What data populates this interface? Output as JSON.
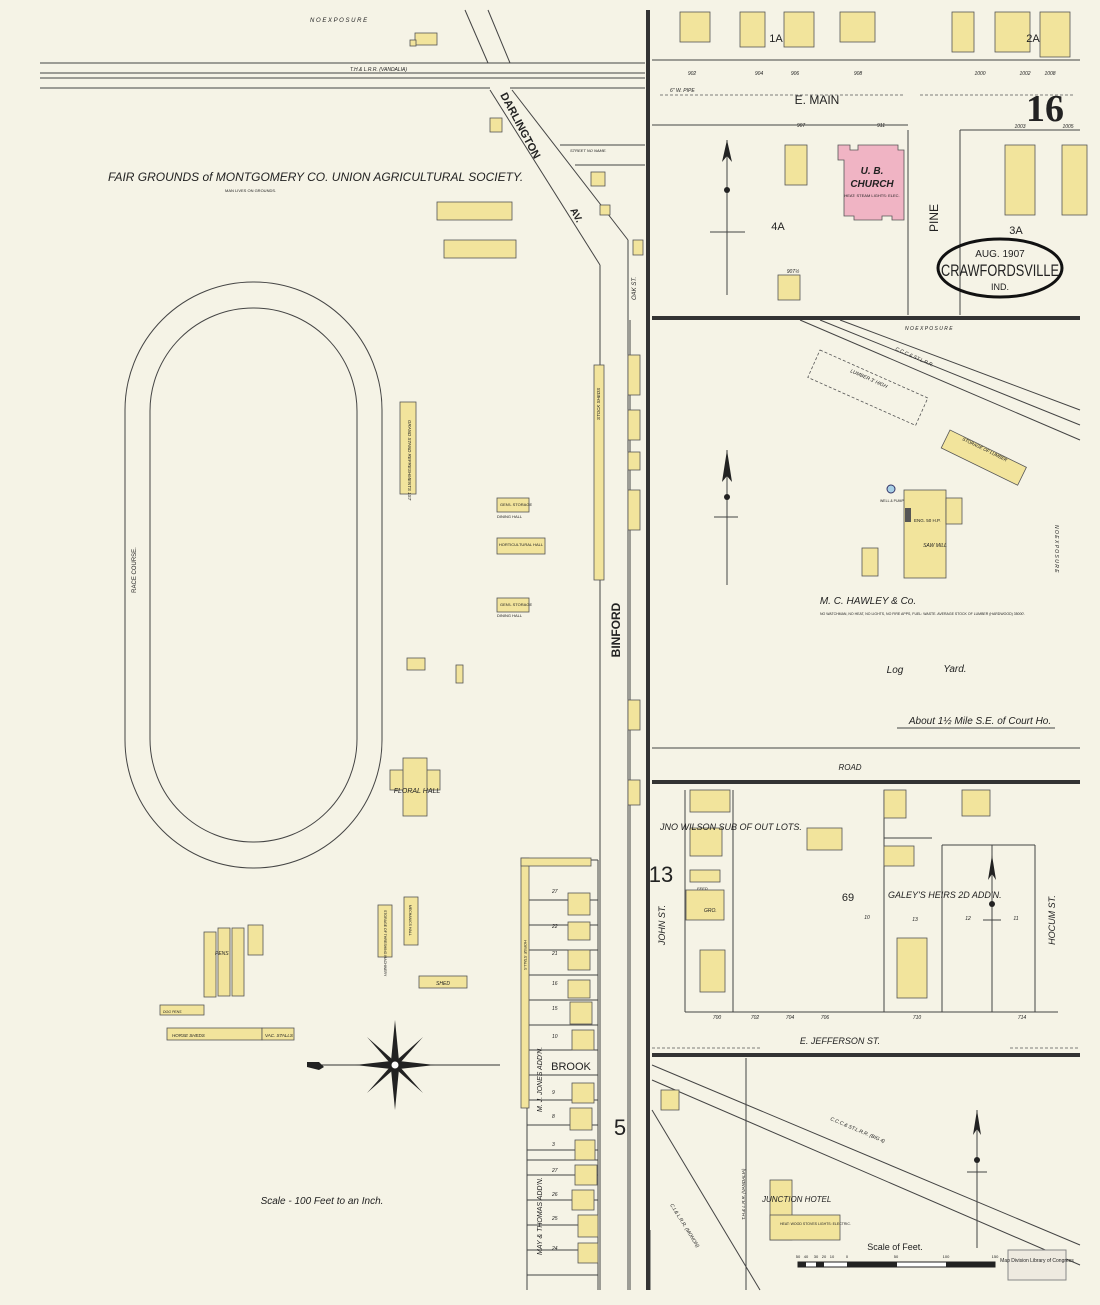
{
  "sheet": {
    "number": "16",
    "city": "CRAWFORDSVILLE",
    "state": "IND.",
    "date": "AUG. 1907"
  },
  "colors": {
    "paper": "#f5f3e6",
    "frame_dwelling": "#f2e49c",
    "brick": "#f0b4c4",
    "ink": "#222222"
  },
  "left_panel": {
    "no_exposure_top": "N O     E X P O S U R E",
    "railroad": "T.H.& L.R.R. (VANDALIA)",
    "title": "FAIR GROUNDS of MONTGOMERY CO. UNION AGRICULTURAL SOCIETY.",
    "subtitle": "MAN LIVES ON GROUNDS.",
    "race_course": "RACE   COURSE.",
    "streets": {
      "darlington": "DARLINGTON",
      "av": "AV.",
      "binford": "BINFORD",
      "brook": "BROOK",
      "oak": "OAK ST.",
      "street_no_name": "STREET NO NAME."
    },
    "buildings": {
      "grand_stand": "GRAND STAND REFRESHMENTS 1ST",
      "gen_storage_1": "GEN'L STORAGE",
      "dining_hall": "DINING HALL",
      "horticultural": "HORTICULTURAL HALL",
      "gen_storage_2": "GEN'L STORAGE",
      "dining_hall_2": "DINING HALL",
      "stock_sheds": "STOCK SHEDS",
      "floral_hall": "FLORAL HALL",
      "storage_machinery": "STORAGE OF THRESHING MACHINERY",
      "mechanics_hall": "MECHANICS HALL",
      "shed": "SHED",
      "horse_stalls": "HORSE STALLS",
      "pens": "PENS",
      "dog_pens": "DOG PENS",
      "horse_sheds": "HORSE SHEDS",
      "vac_stalls": "VAC. STALLS"
    },
    "additions": {
      "jones": "M. J. JONES ADD'N.",
      "thomas": "MAY & THOMAS ADD'N."
    },
    "lot_numbers": [
      "27",
      "22",
      "21",
      "16",
      "15",
      "10",
      "9",
      "8",
      "3",
      "27",
      "26",
      "25",
      "24"
    ],
    "block_number": "5",
    "scale": "Scale - 100 Feet to an Inch."
  },
  "top_right": {
    "street": "E. MAIN",
    "pine": "PINE",
    "water_pipe": "6\" W. PIPE",
    "block_1a": "1A",
    "block_2a": "2A",
    "block_3a": "3A",
    "block_4a": "4A",
    "house_numbers_north": [
      "902",
      "904",
      "906",
      "908",
      "1000",
      "1002",
      "1008"
    ],
    "house_numbers_south": [
      "907",
      "911",
      "1003",
      "1005",
      "907½"
    ],
    "church": {
      "name": "U. B.",
      "type": "CHURCH",
      "note": "HEAT: STEAM LIGHTS: ELEC."
    }
  },
  "mid_right": {
    "no_exposure": "N O   E X P O S U R E",
    "railroad": "C.C.C.& ST.L.R.R.",
    "lumber": "LUMBER 3' HIGH",
    "storage": "STORAGE OF LUMBER",
    "saw_mill": "SAW MILL",
    "engine": "ENG. 50 H.P.",
    "well": "WELL & PUMP",
    "company": "M. C. HAWLEY & Co.",
    "company_note": "NO WATCHMAN, NO HEAT, NO LIGHTS, NO FIRE APPS, FUEL: WASTE. AVERAGE STOCK OF LUMBER (HARDWOOD) 35000'.",
    "log": "Log",
    "yard": "Yard.",
    "location": "About 1½ Mile S.E. of Court Ho.",
    "road": "ROAD"
  },
  "low_right": {
    "subdivision": "JNO WILSON SUB OF OUT LOTS.",
    "heirs": "GALEY'S HEIRS 2D ADD'N.",
    "block_number": "13",
    "block_69": "69",
    "john_st": "JOHN ST.",
    "hocum_st": "HOCUM ST.",
    "jefferson": "E. JEFFERSON ST.",
    "house_numbers": [
      "700",
      "702",
      "704",
      "706",
      "710",
      "714"
    ],
    "lots": [
      "10",
      "13",
      "12",
      "11"
    ],
    "grocery": "GRO.",
    "feed": "FEED",
    "railroad_big4": "C.C.C.& ST.L.R.R. (BIG 4)",
    "railroad_monon": "C.I.& L.R.R. (MONON)",
    "railroad_vandalia": "T.H.& L.R.R. (VANDALIA)",
    "hotel": "JUNCTION HOTEL",
    "hotel_note": "HEAT: WOOD STOVES LIGHTS: ELECTRIC.",
    "scale_title": "Scale of Feet.",
    "scale_ticks": [
      "50",
      "40",
      "30",
      "20",
      "10",
      "0",
      "50",
      "100",
      "150"
    ],
    "stamp": "Map Division Library of Congress"
  }
}
